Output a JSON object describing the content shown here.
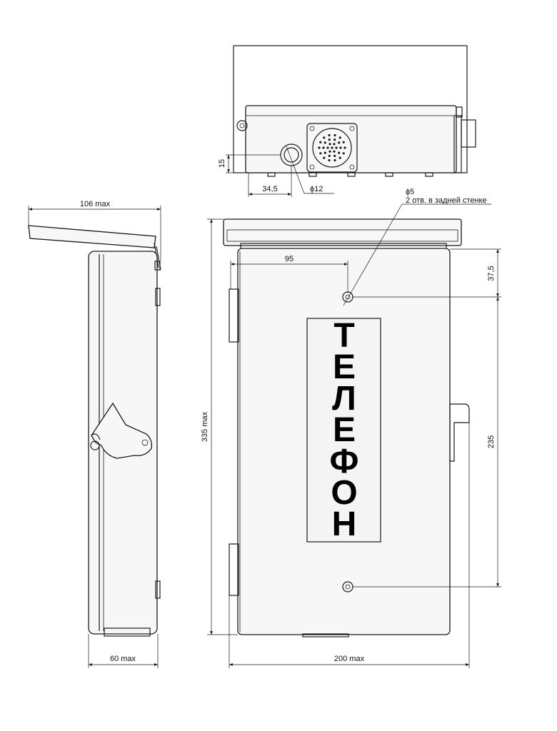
{
  "dimensions": {
    "top_width": "106 max",
    "left_width": "60 max",
    "total_height": "335 max",
    "front_width": "200 max",
    "hole_offset": "95",
    "hole_top": "37,5",
    "hole_spacing": "235",
    "inlet_offset": "34,5",
    "inlet_height": "15",
    "inlet_diameter": "ϕ12",
    "mount_hole_diameter": "ϕ5",
    "mount_hole_note": "2 отв. в задней стенке"
  },
  "label": {
    "letters": [
      "Т",
      "Е",
      "Л",
      "Е",
      "Ф",
      "О",
      "Н"
    ]
  },
  "colors": {
    "line": "#1a1a1a",
    "body": "#f7f7f7",
    "panel": "#f4f4f4"
  }
}
